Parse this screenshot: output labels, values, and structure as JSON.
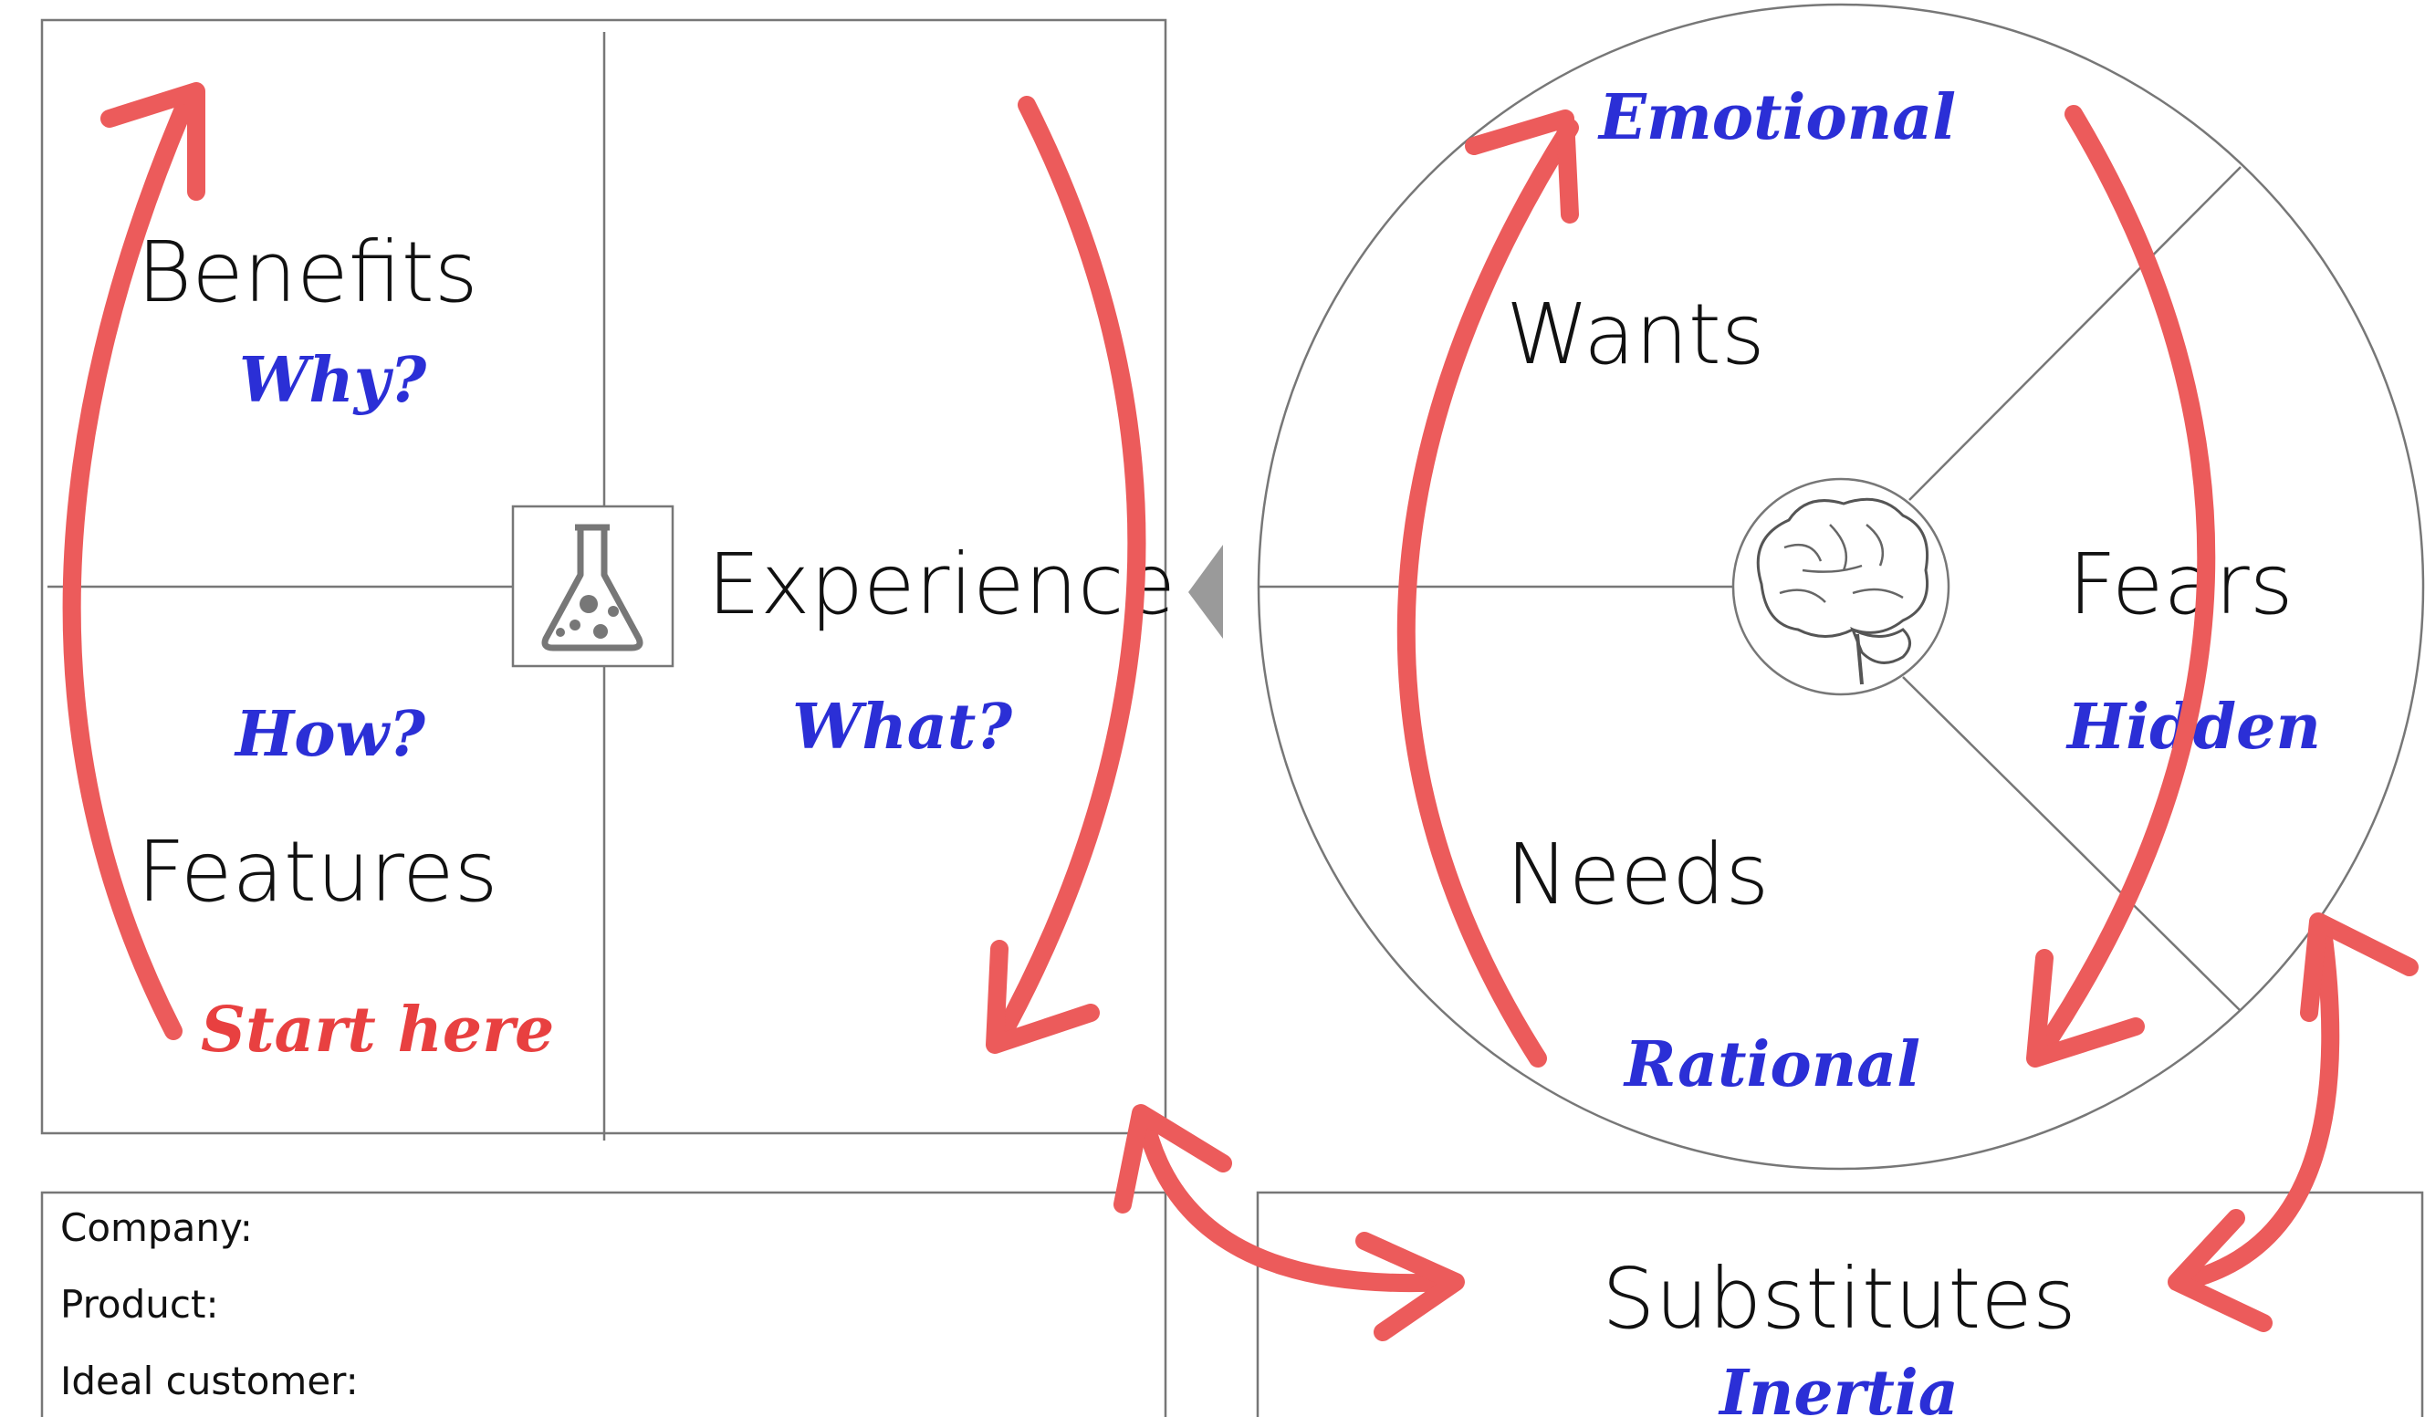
{
  "colors": {
    "annotation_blue": "#2b2fd6",
    "annotation_red": "#e84040",
    "arrow_red": "#ec5b5b",
    "line_gray": "#777777",
    "pointer_gray": "#9a9a9a"
  },
  "proposition": {
    "benefits": "Benefits",
    "why": "Why?",
    "features": "Features",
    "how": "How?",
    "experience": "Experience",
    "what": "What?",
    "start_here": "Start here",
    "center_icon": "flask-icon"
  },
  "customer": {
    "wants": "Wants",
    "needs": "Needs",
    "fears": "Fears",
    "emotional": "Emotional",
    "rational": "Rational",
    "hidden": "Hidden",
    "center_icon": "brain-icon"
  },
  "info": {
    "company_label": "Company:",
    "product_label": "Product:",
    "customer_label": "Ideal customer:"
  },
  "substitutes": {
    "title": "Substitutes",
    "subtitle": "Inertia"
  }
}
